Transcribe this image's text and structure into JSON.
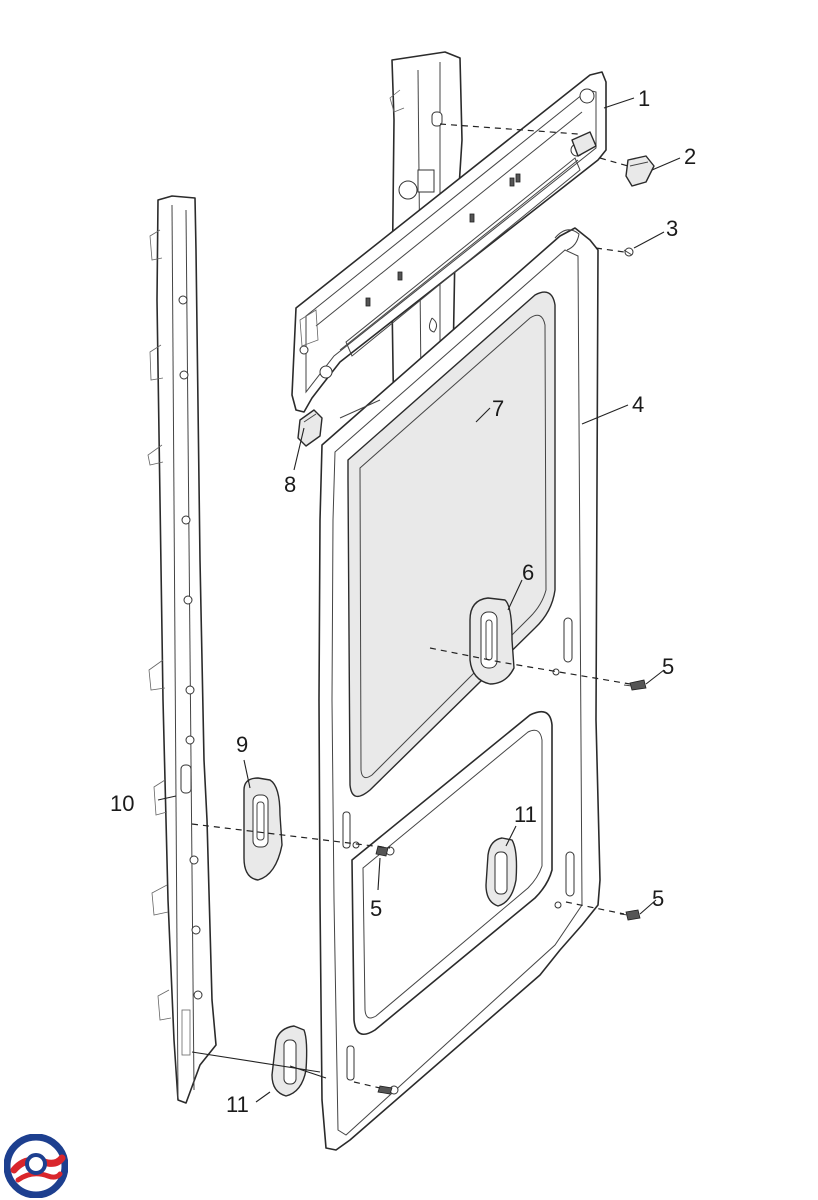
{
  "callouts": {
    "c1": "1",
    "c2": "2",
    "c3": "3",
    "c4": "4",
    "c5a": "5",
    "c5b": "5",
    "c5c": "5",
    "c6": "6",
    "c7": "7",
    "c8": "8",
    "c9": "9",
    "c10": "10",
    "c11a": "11",
    "c11b": "11"
  },
  "colors": {
    "line": "#2b2b2b",
    "shade": "#e9e9e9",
    "logo_blue": "#1d3f8f",
    "logo_red": "#d9262c"
  },
  "icons": {
    "logo": "brand-logo-icon"
  }
}
